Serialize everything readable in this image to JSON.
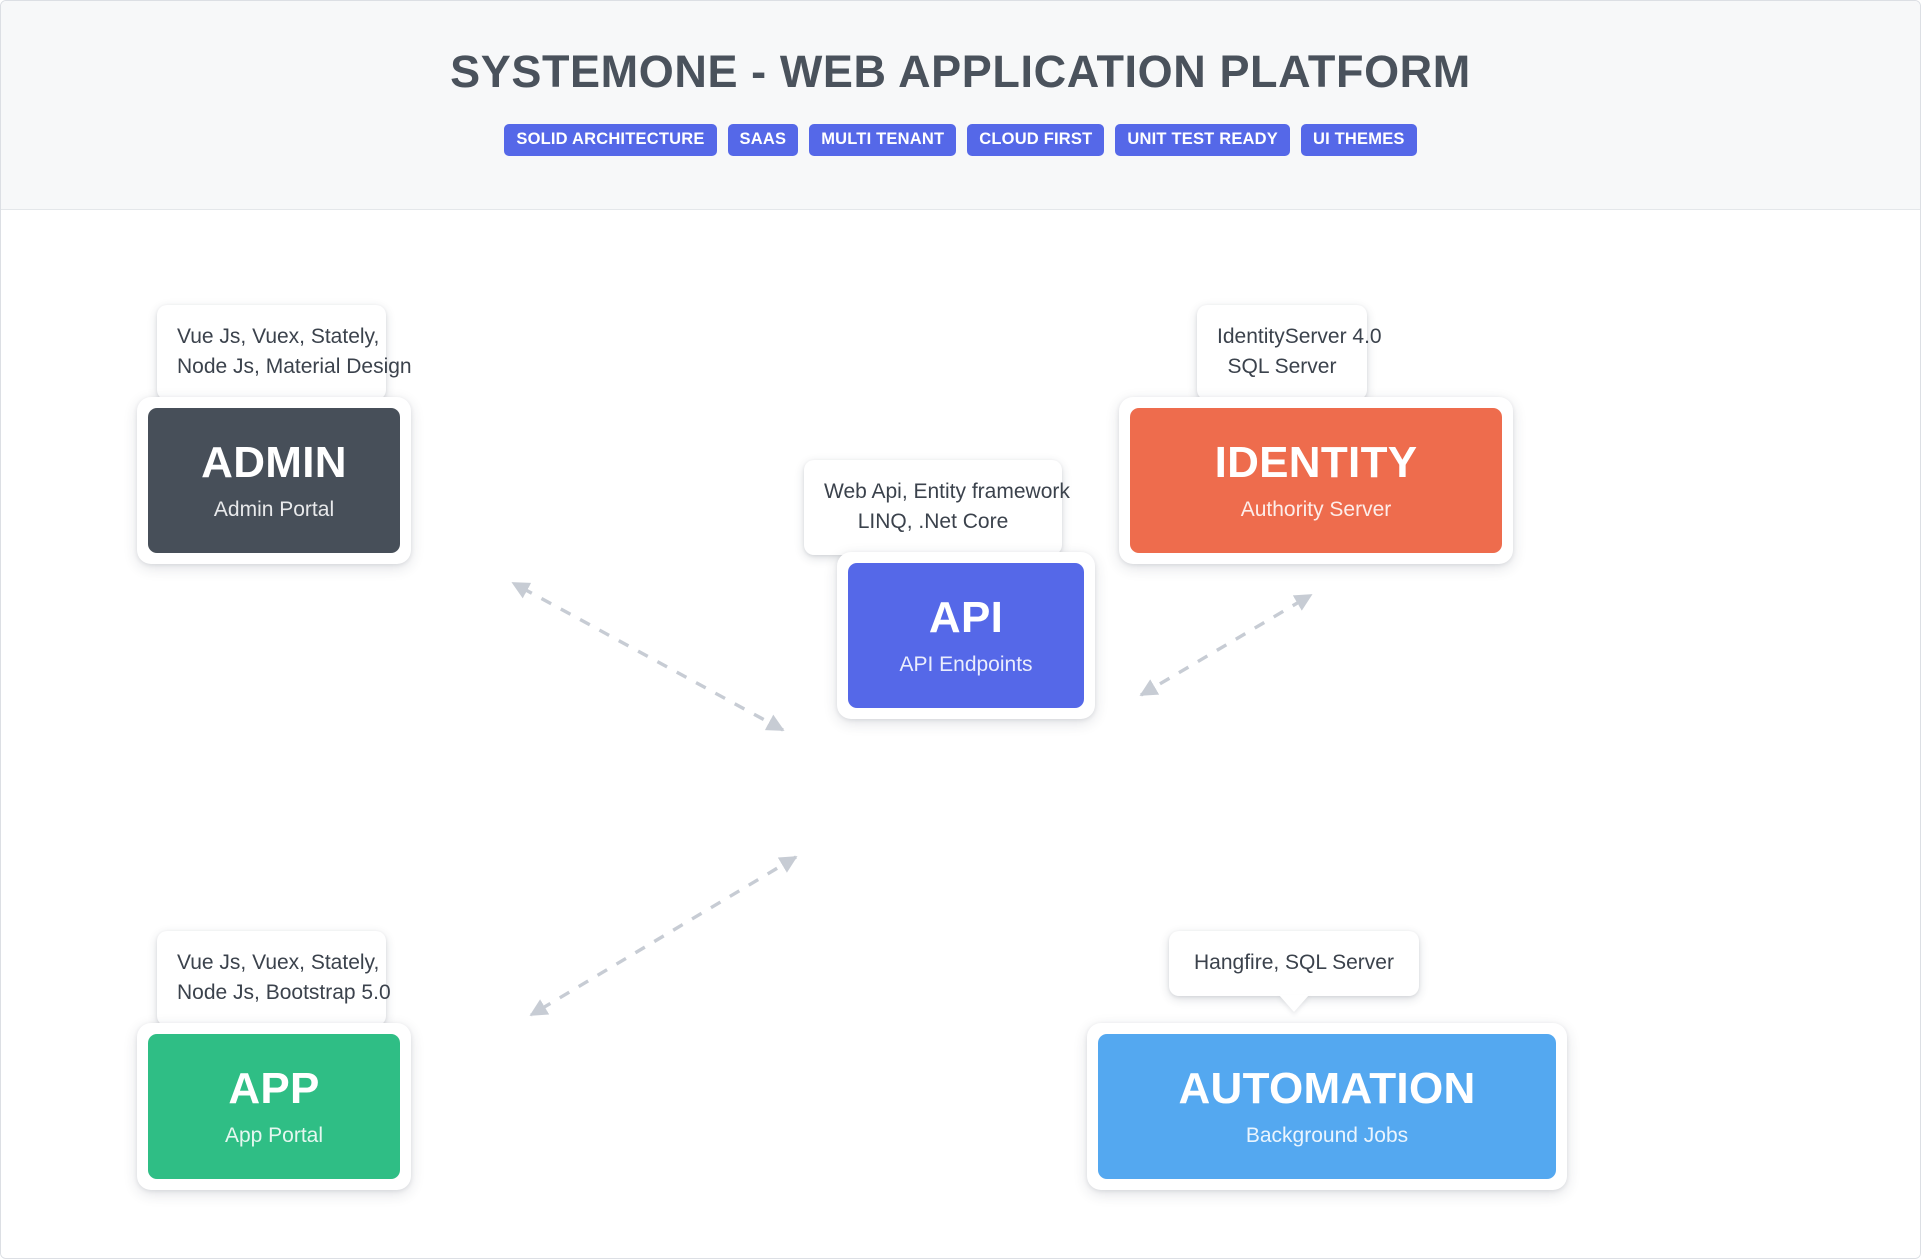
{
  "header": {
    "title": "SYSTEMONE - WEB APPLICATION PLATFORM",
    "badges": [
      {
        "label": "SOLID ARCHITECTURE"
      },
      {
        "label": "SAAS"
      },
      {
        "label": "MULTI TENANT"
      },
      {
        "label": "CLOUD FIRST"
      },
      {
        "label": "UNIT TEST READY"
      },
      {
        "label": "UI THEMES"
      }
    ],
    "badge_color": "#5568e8",
    "title_color": "#4a525c",
    "background": "#f7f8f9"
  },
  "diagram": {
    "type": "architecture-diagram",
    "nodes": [
      {
        "id": "admin",
        "title": "ADMIN",
        "subtitle": "Admin Portal",
        "color": "#474f59",
        "tooltip_line1": "Vue Js, Vuex, Stately,",
        "tooltip_line2": "Node Js, Material Design"
      },
      {
        "id": "identity",
        "title": "IDENTITY",
        "subtitle": "Authority Server",
        "color": "#ee6c4d",
        "tooltip_line1": "IdentityServer 4.0",
        "tooltip_line2": "SQL Server"
      },
      {
        "id": "api",
        "title": "API",
        "subtitle": "API Endpoints",
        "color": "#5568e8",
        "tooltip_line1": "Web Api, Entity framework",
        "tooltip_line2": "LINQ, .Net Core"
      },
      {
        "id": "app",
        "title": "APP",
        "subtitle": "App Portal",
        "color": "#2fbe85",
        "tooltip_line1": "Vue Js, Vuex, Stately,",
        "tooltip_line2": "Node Js, Bootstrap 5.0"
      },
      {
        "id": "automation",
        "title": "AUTOMATION",
        "subtitle": "Background Jobs",
        "color": "#54a8f0",
        "tooltip_line1": "Hangfire, SQL Server",
        "tooltip_line2": ""
      }
    ],
    "connectors": [
      {
        "from": "api",
        "to": "admin",
        "style": "dashed",
        "arrows": "both"
      },
      {
        "from": "api",
        "to": "identity",
        "style": "dashed",
        "arrows": "both"
      },
      {
        "from": "api",
        "to": "app",
        "style": "dashed",
        "arrows": "both"
      }
    ],
    "connector_color": "#c7ccd4"
  }
}
